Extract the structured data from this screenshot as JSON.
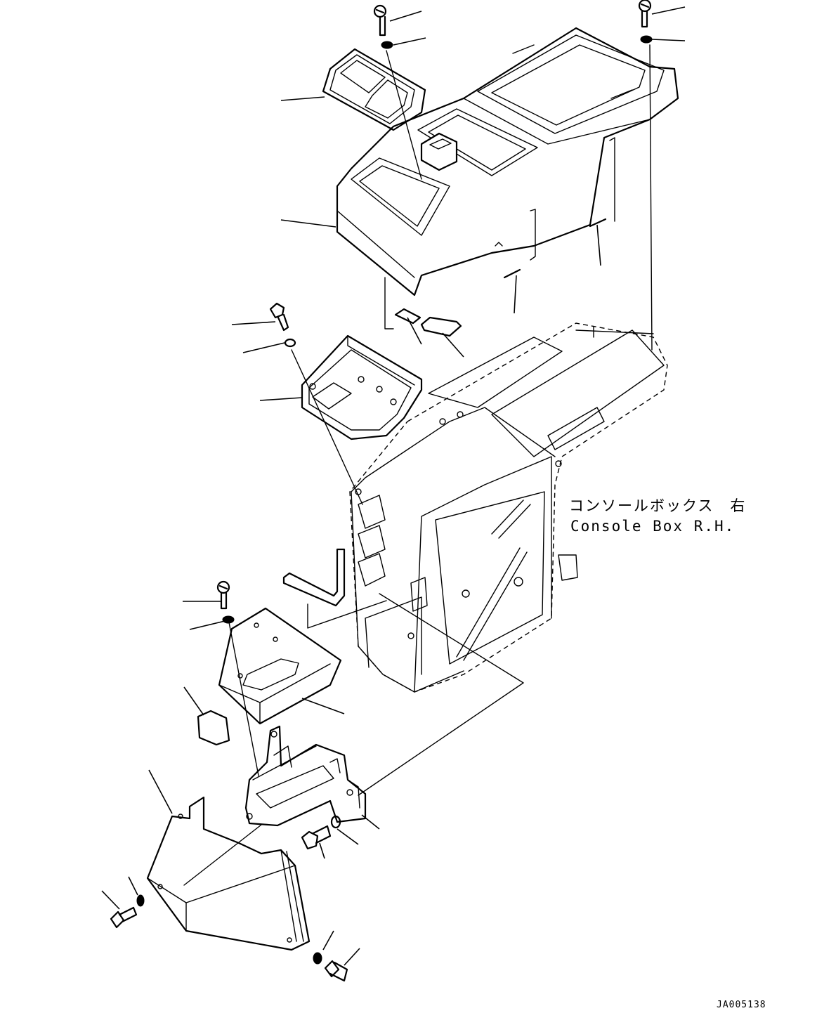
{
  "diagram": {
    "title_ja": "コンソールボックス　右",
    "title_en": "Console Box R.H.",
    "drawing_code": "JA005138"
  }
}
